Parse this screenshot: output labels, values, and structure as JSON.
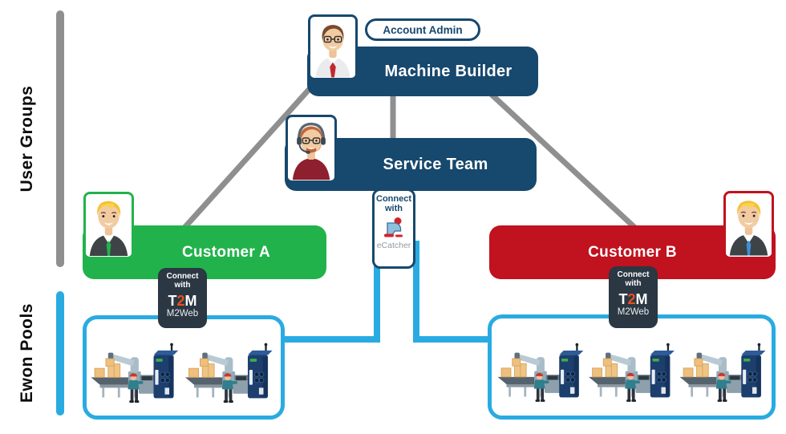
{
  "sections": {
    "user_groups": {
      "label": "User Groups",
      "bar_color": "#8f8f8f"
    },
    "ewon_pools": {
      "label": "Ewon Pools",
      "bar_color": "#29abe2"
    }
  },
  "nodes": {
    "machine_builder": {
      "label": "Machine Builder",
      "admin_badge": "Account Admin",
      "color": "#17486d",
      "avatar_icon": "man-glasses-red-tie-avatar"
    },
    "service_team": {
      "label": "Service Team",
      "color": "#17486d",
      "avatar_icon": "man-headset-beard-avatar"
    },
    "customer_a": {
      "label": "Customer A",
      "color": "#22b24c",
      "avatar_icon": "blond-man-green-tie-avatar"
    },
    "customer_b": {
      "label": "Customer B",
      "color": "#c0121f",
      "avatar_icon": "blond-man-blue-tie-avatar"
    }
  },
  "connectors": {
    "ecatcher": {
      "line1": "Connect",
      "line2": "with",
      "app": "eCatcher",
      "icon": "ecatcher-logo-icon"
    },
    "t2m_left": {
      "line1": "Connect",
      "line2": "with",
      "logo_t": "T",
      "logo_2": "2",
      "logo_m": "M",
      "sub": "M2Web",
      "icon": "talk2m-logo"
    },
    "t2m_right": {
      "line1": "Connect",
      "line2": "with",
      "logo_t": "T",
      "logo_2": "2",
      "logo_m": "M",
      "sub": "M2Web",
      "icon": "talk2m-logo"
    }
  },
  "pools": {
    "left": {
      "machine_count": 2,
      "illustration": "factory-machine-with-ewon-router"
    },
    "right": {
      "machine_count": 3,
      "illustration": "factory-machine-with-ewon-router"
    }
  },
  "colors": {
    "navy": "#17486d",
    "green": "#22b24c",
    "red": "#c0121f",
    "pool_blue": "#29abe2",
    "gray_line": "#8f8f8f",
    "badge_dark": "#2b3743",
    "t2m_orange": "#e8501e"
  }
}
